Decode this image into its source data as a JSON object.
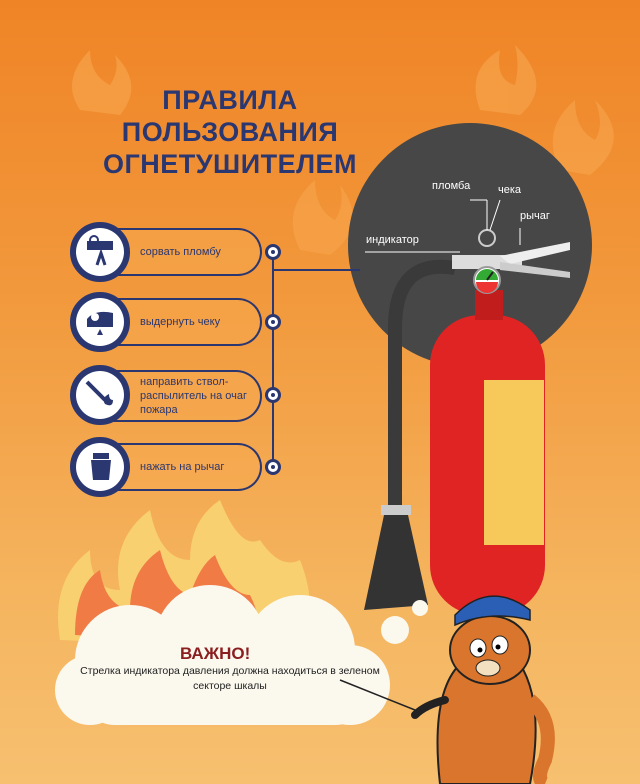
{
  "title": [
    "ПРАВИЛА",
    "ПОЛЬЗОВАНИЯ",
    "ОГНЕТУШИТЕЛЕМ"
  ],
  "steps": [
    {
      "icon": "seal-icon",
      "text": "сорвать пломбу"
    },
    {
      "icon": "pin-icon",
      "text": "выдернуть чеку"
    },
    {
      "icon": "nozzle-icon",
      "text": "направить ствол-распылитель на очаг пожара"
    },
    {
      "icon": "lever-hand-icon",
      "text": "нажать на рычаг"
    }
  ],
  "labels": {
    "seal": "пломба",
    "pin": "чека",
    "lever": "рычаг",
    "indicator": "индикатор"
  },
  "notice": {
    "heading": "ВАЖНО!",
    "text": "Стрелка индикатора давления должна находиться в зеленом секторе шкалы"
  },
  "colors": {
    "navy": "#2b3770",
    "red": "#e02424",
    "dark": "#474747"
  }
}
